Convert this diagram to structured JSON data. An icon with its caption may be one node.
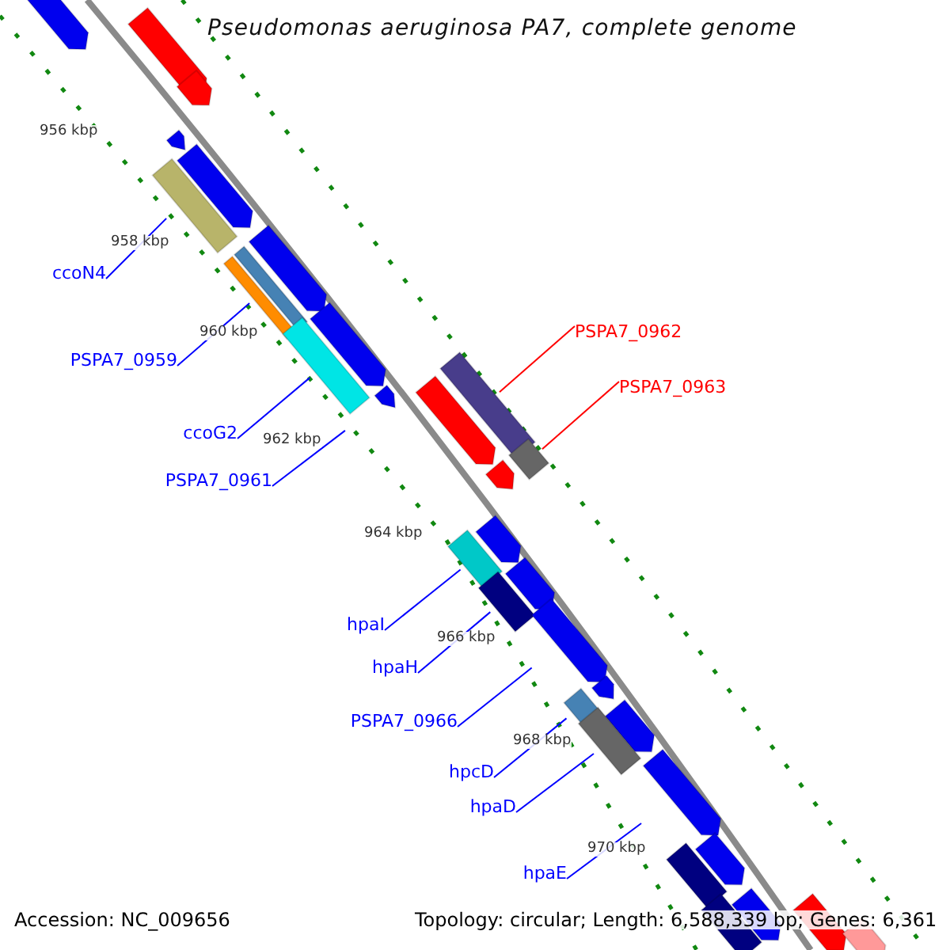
{
  "diagram": {
    "title": "Pseudomonas aeruginosa PA7, complete genome",
    "nodes": [
      {
        "text": [
          "ccoN4"
        ]
      },
      {
        "text": [
          "PSPA7_0959"
        ]
      },
      {
        "text": [
          "ccoG2"
        ]
      },
      {
        "text": [
          "PSPA7_0961"
        ]
      },
      {
        "text": [
          "PSPA7_0962"
        ]
      },
      {
        "text": [
          "PSPA7_0963"
        ]
      },
      {
        "text": [
          "hpaI"
        ]
      },
      {
        "text": [
          "hpaH"
        ]
      },
      {
        "text": [
          "PSPA7_0966"
        ]
      },
      {
        "text": [
          "hpcD"
        ]
      },
      {
        "text": [
          "hpaD"
        ]
      },
      {
        "text": [
          "hpaE"
        ]
      }
    ],
    "edges": [
      {
        "from": 0,
        "to": null,
        "arrow": "none"
      },
      {
        "from": 1,
        "to": null,
        "arrow": "none"
      },
      {
        "from": 2,
        "to": null,
        "arrow": "none"
      },
      {
        "from": 3,
        "to": null,
        "arrow": "none"
      },
      {
        "from": 4,
        "to": null,
        "arrow": "none",
        "color": "#ff0000"
      },
      {
        "from": 5,
        "to": null,
        "arrow": "none",
        "color": "#ff0000"
      },
      {
        "from": 6,
        "to": null,
        "arrow": "none"
      },
      {
        "from": 7,
        "to": null,
        "arrow": "none"
      },
      {
        "from": 8,
        "to": null,
        "arrow": "none"
      },
      {
        "from": 9,
        "to": null,
        "arrow": "none"
      },
      {
        "from": 10,
        "to": null,
        "arrow": "none"
      },
      {
        "from": 11,
        "to": null,
        "arrow": "none"
      }
    ],
    "labels": [
      "956 kbp",
      "958 kbp",
      "960 kbp",
      "962 kbp",
      "964 kbp",
      "966 kbp",
      "968 kbp",
      "970 kbp",
      "Accession: NC_009656",
      "Topology: circular; Length: 6,588,339 bp; Genes: 6,361"
    ]
  }
}
